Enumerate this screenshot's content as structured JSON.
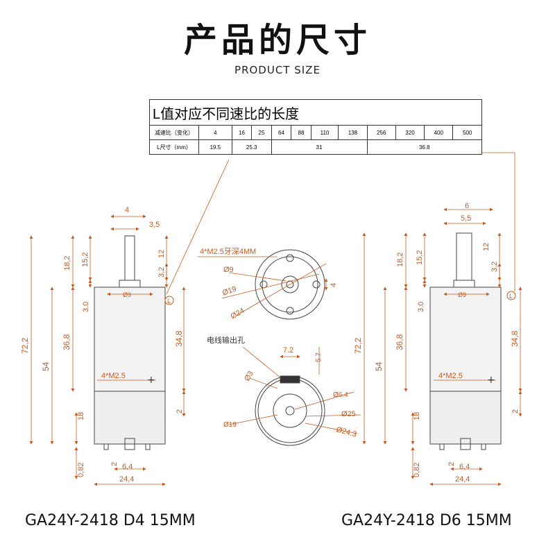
{
  "header": {
    "title": "产品的尺寸",
    "subtitle": "PRODUCT SIZE"
  },
  "table": {
    "title": "L值对应不同速比的长度",
    "ratio_label": "减速比（变化）",
    "ratios": [
      "4",
      "16",
      "25",
      "64",
      "88",
      "110",
      "138",
      "256",
      "320",
      "400",
      "500"
    ],
    "length_label": "L尺寸（mm）",
    "lengths": [
      "19.5",
      "25.3",
      "31",
      "36.8"
    ]
  },
  "left_motor": {
    "model": "GA24Y-2418 D4 15MM",
    "dims": {
      "shaft_d": "4",
      "flat": "3,5",
      "shaft_len": "12",
      "shaft_total": "15,2",
      "top": "18,2",
      "boss": "3,2",
      "collar": "3.0",
      "boss_d": "Ø9",
      "L": "L",
      "overall": "72,2",
      "gearbox": "36,8",
      "body": "54",
      "side": "34,8",
      "thread": "4*M2.5",
      "gap": "2",
      "motor": "18",
      "term": "0,82",
      "pin": "2",
      "pin_w": "6,4",
      "width": "24,4"
    }
  },
  "right_motor": {
    "model": "GA24Y-2418 D6 15MM",
    "dims": {
      "shaft_d": "6",
      "flat": "5,5",
      "shaft_len": "12",
      "shaft_total": "15,2",
      "top": "18,2",
      "boss": "3,2",
      "collar": "3.0",
      "boss_d": "Ø9",
      "L": "L",
      "overall": "72,2",
      "gearbox": "36,8",
      "body": "54",
      "side": "34,8",
      "thread": "4*M2.5",
      "gap": "2",
      "motor": "18",
      "term": "0,82",
      "pin": "2",
      "pin_w": "6,4",
      "width": "24,4"
    }
  },
  "front_view": {
    "thread_note": "4*M2.5牙深4MM",
    "d9": "Ø9",
    "d19": "Ø19",
    "d24": "Ø24",
    "slot": "4"
  },
  "rear_view": {
    "wire_label": "电线输出孔",
    "w72": "7.2",
    "h57": "5.7",
    "d3": "Ø3",
    "d64": "Ø6.4",
    "d25": "Ø25",
    "d243": "Ø24.3",
    "d19": "Ø19"
  },
  "colors": {
    "dimension": "#c65a1e",
    "outline": "#444444"
  }
}
